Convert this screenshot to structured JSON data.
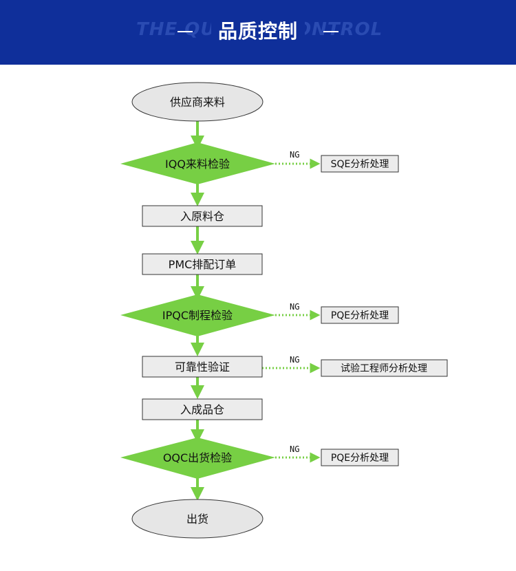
{
  "banner": {
    "title": "品质控制",
    "bg_left": "THE QU",
    "bg_right": "ONTROL"
  },
  "flow": {
    "start": "供应商来料",
    "iqc": "IQQ来料检验",
    "raw_store": "入原料仓",
    "pmc": "PMC排配订单",
    "ipqc": "IPQC制程检验",
    "reliability": "可靠性验证",
    "fg_store": "入成品仓",
    "oqc": "OQC出货检验",
    "end": "出货"
  },
  "branches": {
    "ng_label": "NG",
    "sqe": "SQE分析处理",
    "pqe_1": "PQE分析处理",
    "test_eng": "试验工程师分析处理",
    "pqe_2": "PQE分析处理"
  },
  "colors": {
    "banner": "#0f2f9a",
    "green": "#77cf44",
    "box_fill": "#ececec",
    "ellipse_fill": "#e6e6e6"
  }
}
